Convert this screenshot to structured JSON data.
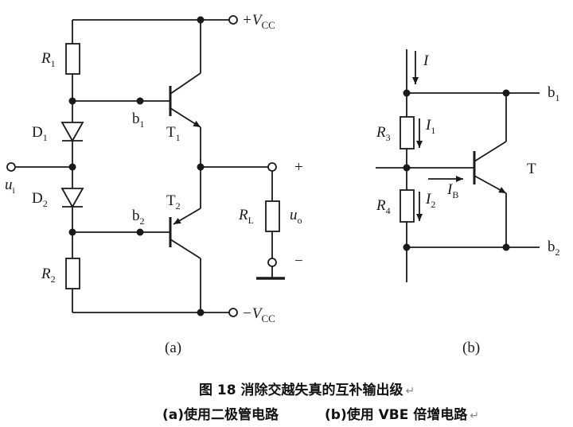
{
  "caption": {
    "line1": "图 18  消除交越失真的互补输出级",
    "line2a": "(a)使用二极管电路",
    "line2b": "(b)使用 VBE 倍增电路",
    "return_mark": "↵"
  },
  "circuit_a": {
    "label": "(a)",
    "vcc_pos": "+V",
    "vcc_neg": "−V",
    "vcc_sub": "CC",
    "r1": "R",
    "r1_sub": "1",
    "r2": "R",
    "r2_sub": "2",
    "d1": "D",
    "d1_sub": "1",
    "d2": "D",
    "d2_sub": "2",
    "b1": "b",
    "b1_sub": "1",
    "b2": "b",
    "b2_sub": "2",
    "t1": "T",
    "t1_sub": "1",
    "t2": "T",
    "t2_sub": "2",
    "rl": "R",
    "rl_sub": "L",
    "ui": "u",
    "ui_sub": "i",
    "uo": "u",
    "uo_sub": "o",
    "plus": "+",
    "minus": "−"
  },
  "circuit_b": {
    "label": "(b)",
    "i": "I",
    "i1": "I",
    "i1_sub": "1",
    "i2": "I",
    "i2_sub": "2",
    "ib": "I",
    "ib_sub": "B",
    "r3": "R",
    "r3_sub": "3",
    "r4": "R",
    "r4_sub": "4",
    "b1": "b",
    "b1_sub": "1",
    "b2": "b",
    "b2_sub": "2",
    "t": "T"
  }
}
